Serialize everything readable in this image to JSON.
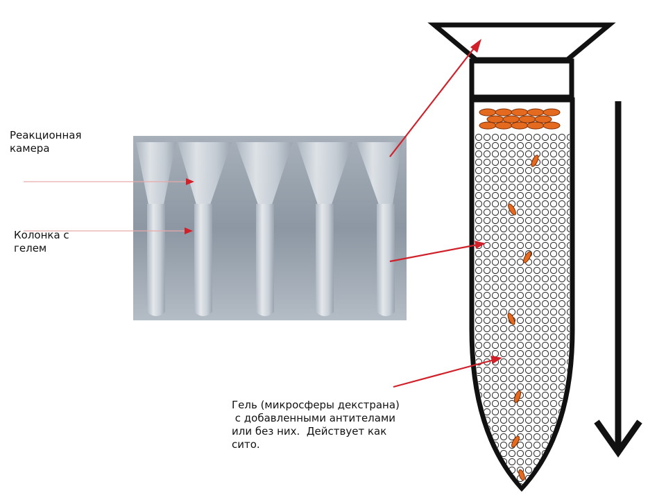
{
  "labels": {
    "reaction_chamber": "Реакционная\nкамера",
    "gel_column": "Колонка с\nгелем",
    "gel_description": "Гель (микросферы декстрана)\n с добавленными антителами\nили без них.  Действует как\nсито."
  },
  "colors": {
    "arrow_red": "#d0202a",
    "outline": "#111111",
    "cell_orange": "#e36a1e",
    "photo_bg": "#8f9aa6",
    "tube_fill": "#c3cad3"
  },
  "icons": {
    "direction_arrow": "down-arrow-icon"
  }
}
